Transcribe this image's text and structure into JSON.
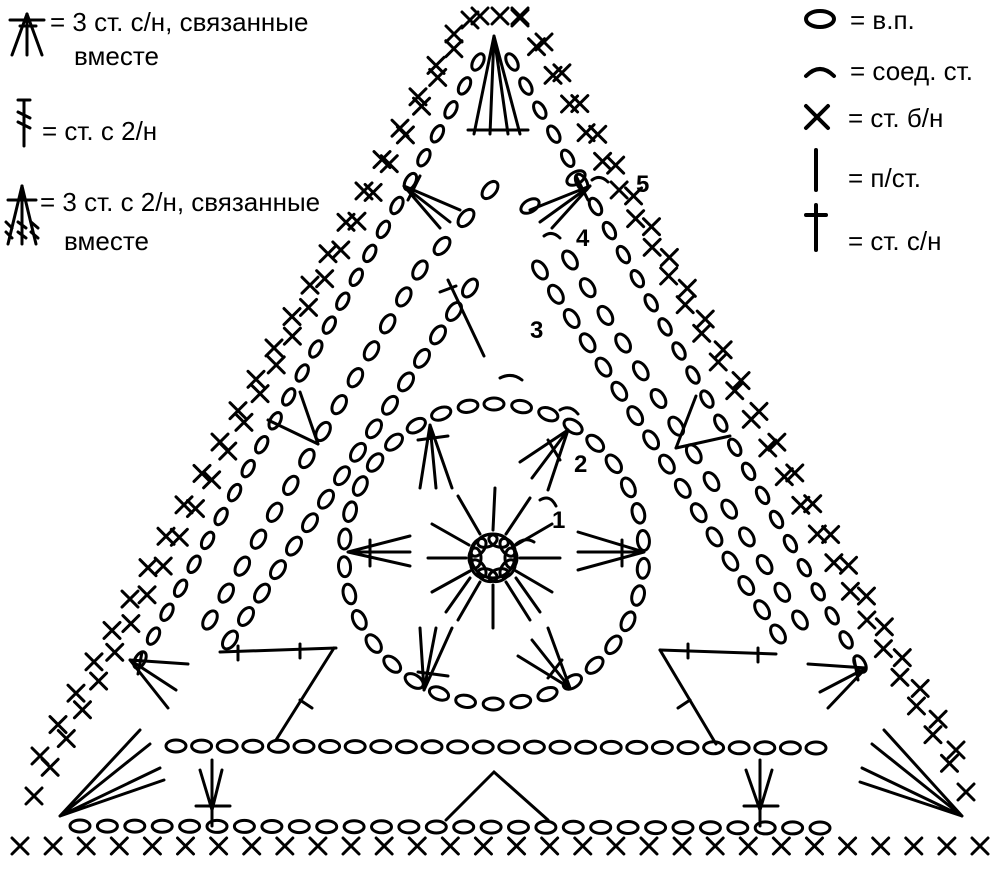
{
  "legend": {
    "left": [
      {
        "icon": "three-dc-together-icon",
        "line1": "= 3 ст. с/н, связанные",
        "line2": "вместе"
      },
      {
        "icon": "treble-icon",
        "line1": "= ст. с 2/н",
        "line2": ""
      },
      {
        "icon": "three-treble-together-icon",
        "line1": "= 3 ст. с 2/н, связанные",
        "line2": "вместе"
      }
    ],
    "right": [
      {
        "icon": "chain-icon",
        "label": "= в.п."
      },
      {
        "icon": "slip-stitch-icon",
        "label": "= соед. ст."
      },
      {
        "icon": "single-crochet-icon",
        "label": "= ст. б/н"
      },
      {
        "icon": "half-dc-icon",
        "label": "= п/ст."
      },
      {
        "icon": "double-crochet-icon",
        "label": "= ст. с/н"
      }
    ]
  },
  "row_labels": [
    "1",
    "2",
    "3",
    "4",
    "5"
  ]
}
